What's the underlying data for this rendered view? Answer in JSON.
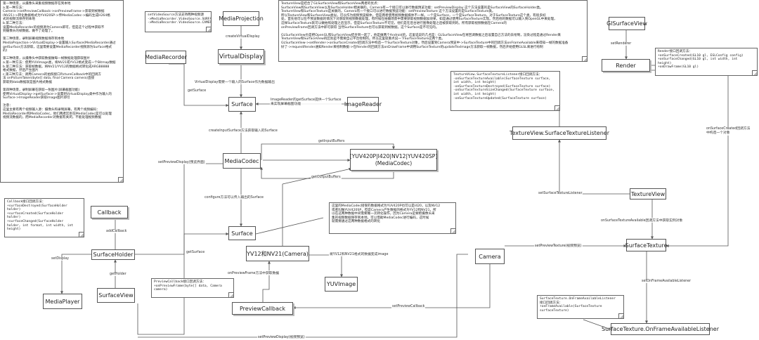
{
  "nodes": {
    "media_projection": "MediaProjection",
    "virtual_display": "VirtualDisplay",
    "media_recorder": "MediaRecorder",
    "surface_top": "Surface",
    "image_reader": "ImageReader",
    "media_codec": "MediaCodec",
    "codec_formats": "[YUV420P|I420|NV12|YUV420SP]\n(MediaCodec)",
    "callback": "Callback",
    "surface_mid": "Surface",
    "surface_holder": "SurfaceHolder",
    "media_player": "MediaPlayer",
    "surface_view": "SurfaceView",
    "yv12_camera": "YV12和NV21(Camera)",
    "yuv_image": "YUVImage",
    "preview_callback": "PreviewCallback",
    "camera": "Camera",
    "gl_surface_view": "GlSurfaceView",
    "render": "Render",
    "texture_view_listener": "TextureView.SurfaceTextureListener",
    "texture_view": "TextureView",
    "surface_texture": "SurfaceTexture",
    "surface_texture_listener": "SurfaceTexture.OnFrameAvailableListener"
  },
  "edge_labels": {
    "create_virtual_display": "createVirtualDisplay",
    "virtual_display_surface": "VirtualDisplay需要一个输入的Surface作为数据输出",
    "get_surface_recorder": "getSurface",
    "image_reader_surface": "ImageReader的getSurface提供一个Surface\n来实现屏幕截图功能",
    "create_input_surface": "createInputSurface方法获取输入的Surface",
    "get_input_buffers": "getInputBuffers",
    "get_output_buffers": "getOutputBuffers",
    "set_preview_display_1": "setPreviewDisplay(预览界面)",
    "configure": "configure方法可以传入输出的Surface",
    "add_callback": "addCallback",
    "get_surface_holder": "getSurface",
    "set_display": "setDisplay",
    "get_holder": "getHolder",
    "yv12_to_image": "将YV12和NV21格式的数据变成image",
    "on_preview_frame": "onPreviewFrame方法中获取数据",
    "set_preview_callback": "setPreviewCallback",
    "set_preview_texture": "setPreviewTexture(视频预览)",
    "set_preview_display_2": "setPreviewDisplay(视频预览)",
    "set_renderer": "setRenderer",
    "on_surface_created": "onSurfaceCreated回调方法\n中构造一个对象",
    "set_surface_texture_listener": "setSurfaceTextureListener",
    "on_surface_texture_available": "onSurfaceTextureAvailable回调方法中获取实例对象",
    "set_on_frame_available_listener": "setOnFrameAvailableListener"
  },
  "notes": {
    "left_intro": [
      "第一种场景，从摄像头采集视频数据存在到本地",
      "a.第一种方法：",
      "Camera->setPreviewCallback->onPreviewFrame->获取到帧数据",
      "(NV21)->转化数据格式为YV420SP->传MediaCodec->编码生成H264格",
      "式的视频流保存到本地",
      "b.第二种方法：",
      "设置MediaRecorder的视频源为Camera即可，但是这个过程中获取不",
      "到摄像头的帧数据，做不了处理了。",
      "",
      "第二种场景，录制屏幕视频数据保存到本地",
      "MediaProjection->VirtualDisplay->设置输入Surface(MediaRecorder通过",
      "getSurface方法获取，这里需要设置MediaRecorder视频源为Surface格式",
      "的)",
      "",
      "第三种场景，从摄像头中获取数据做每一帧数据处理获取图片",
      "a.第一种方法：使用YUVImage类，将NV21或YV12格式变成一个Bitmap数据",
      "b.第二种方法：获取帧数据，将NV21/YV12的数据格式转化成ARGB8888",
      "格式数据，然后产生图片",
      "c.第三种方法：调用Camera的拍照接口PictureCallback中的回调方",
      "法 onPictureTaken(byte[] data, final Camera camera)直接",
      "获取到data数据就是图片格式数据",
      "",
      "第四种场景，录制屏幕在获取一张图片(屏幕截图功能)",
      "使用VirtualDisplay->getSurface->设置到VirtualDisplay类中作为输入的",
      "Surface->ImageReader获取image图片即可",
      "",
      "注意：",
      "这里主要有两个视频输入源：摄像头和录制屏幕，有两个视频编码：",
      "MediaRecorder和MediaCodec，他们两者区别在MediaCodec是可以处理",
      "视频流数据的，而MediaRecorder对数据有关闭，不能处理视频数据"
    ],
    "set_video_source": [
      "setVideoSource方法支持两种视频源",
      "->MediaRecorder.VideoSource.SURFACE",
      "->MediaRecorder.VideoSource.CAMERA"
    ],
    "texture_view_intro": [
      "TextureView是结合了GLSurfaceView和SurfaceView两者的优点：",
      "SurfaceView和SurfaceView以及SurfaceHolder相关联的。Camera有一个接口可以进行数据预览功能：setPreviewDisplay 这个方法设置的是SurfaceView的SurfaceHolder类。",
      "TextureView和SurfaceTexture是关联的。Camera有一个接口可以进行数据预览功能：setPreviewTexture 这个方法设置的是SurfaceTexture类。",
      "所以TextureView和SurfaceView类似，可以作为视频预览媒体，但是两者使用视频数据媒体不一样。一个是Surface，一个是SurfaceTexture。对于SurfaceTexture这个类，有很多好",
      "处，首先他可以在不预览数据的情况下对获取到视频数据处理，有时候在拍摄场景中需要获取视频数据加效果，如是通过使用SurfaceTexture实现。然后他的数据可以输入到OpenGL中来处理，",
      "这样SurfaceTexture就可以做拍照处理之后显示，但是SurfaceTexture不可见，他们是在后台进行图像处理之后被获取到的。所有获取视频数据在Camera的",
      "onPreviewFrame回调方法中即可获得 当然SurfaceTexture也可以获取到帧数据，这个Surface是不可见的。",
      "",
      "GLSurfaceView也是把OpenGL和SurfaceView结合到一起了，他是做两个Android的，这里说说的几点是：GLSurfaceView在将回调数据之后设置自己方法的去绘制，渲染过程是通过Render来",
      "TextureView和SurfaceView的区别是不需要自己平台绘制的。所以这里就重点说一下SurfaceTexture这两个类。",
      "GLSurfaceView->setRender->onSurfaceCreated回调方法中构造一个SurfaceTexture对象，然后设置到Camera预览中->SurfaceTexture中的回调方法onFrameAvailable来得知一帧的数据准备",
      "好了->requestRender通知Render来绘制数据->在Render的回调方法onDrawFrame中调用SurfaceTexture的updateTexImage方法获取一帧数据，然后开始使用GLSL来进行绘制"
    ],
    "render_iface": [
      "Render接口回调方法：",
      "+onSurfaceCreated(GL10 gl, EGLConfig config)",
      "+onSurfaceChanged(GL10 gl, int width, int",
      "height)",
      "+onDrawFrame(GL10 gl)"
    ],
    "texture_listener_iface": [
      "TextureView.SurfaceTextureListener接口回调方法：",
      "-onSurfaceTextureAvailable(SurfaceTexture surface,",
      "int width, int height)",
      "-onSurfaceTextureDestroyed(SurfaceTexture surface)",
      "-onSurfaceTextureSizeChanged(SurfaceTexture surface,",
      "int width, int height)",
      "-onSurfaceTextureUpdated(SurfaceTexture surface)"
    ],
    "callback_iface": [
      "Callback接口回调方法：",
      "+surfaceDestroyed(SurfaceHolder",
      "holder)",
      "+surfaceCreated(SurfaceHolder",
      "holder)",
      "+surfaceChanged(SurfaceHolder",
      "holder, int format, int width, int",
      "height)"
    ],
    "codec_note": [
      "这里的MediaCodec接受的数据格式为YUV420P也可以是I420，以及NV12",
      "或者叫做YUV420SP，但是Camera产生数据的格式为YV12和NV21，所",
      "以在这两种数据中间需要做一次转化操作，因为Camera是要把摄像头采",
      "集的视频数据保存到本地，可以借助MediaCodec进行编码，这时候",
      "就需要通过这两种数据格式的转化"
    ],
    "preview_callback_iface": [
      "PreviewCallback接口回调方法：",
      "+onPreviewFrame(byte[] data, Camera",
      "camera)"
    ],
    "frame_listener_iface": [
      "SurfaceTexture.OnFrameAvailableListener",
      "接口回调方法：",
      "+onFrameAvailable(SurfaceTexture",
      "surfaceTexture)"
    ]
  },
  "colors": {
    "line": "#555555",
    "keyword": "#7d2aa8",
    "type": "#0a36b8",
    "shadow": "#bdbdbd"
  }
}
